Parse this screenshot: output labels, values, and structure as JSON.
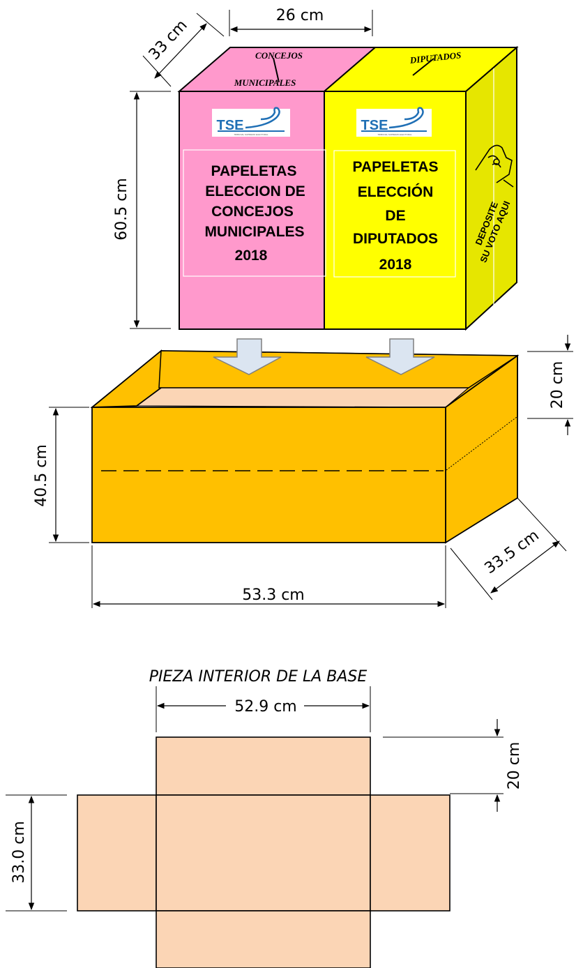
{
  "colors": {
    "pink_box": "#ff99cc",
    "yellow_box": "#ffff00",
    "yellow_side": "#e6e600",
    "base_box": "#ffc000",
    "base_inner": "#fbd5b5",
    "arrow_fill": "#dbe5f1",
    "logo_blue": "#1f6fb5"
  },
  "icons": {
    "logo": "tse-logo",
    "hand": "hand-vote-icon",
    "arrows": "down-arrow-icon"
  },
  "dimensions": {
    "box_depth": "33 cm",
    "box_width": "26 cm",
    "box_height": "60.5 cm",
    "base_height": "40.5 cm",
    "base_rim": "20 cm",
    "base_depth": "33.5 cm",
    "base_width": "53.3 cm",
    "inner_width": "52.9 cm",
    "inner_flap": "20 cm",
    "inner_depth": "33.0 cm"
  },
  "pink_box": {
    "lid_label_1": "CONCEJOS",
    "lid_label_2": "MUNICIPALES",
    "logo_text": "TSE",
    "logo_subtitle": "TRIBUNAL SUPREMO ELECTORAL",
    "panel_lines": [
      "PAPELETAS",
      "ELECCION DE",
      "CONCEJOS",
      "MUNICIPALES",
      "2018"
    ]
  },
  "yellow_box": {
    "lid_label": "DIPUTADOS",
    "logo_text": "TSE",
    "logo_subtitle": "TRIBUNAL SUPREMO ELECTORAL",
    "panel_lines": [
      "PAPELETAS",
      "ELECCIÓN",
      "DE",
      "DIPUTADOS",
      "2018"
    ],
    "side_label_1": "DEPOSITE",
    "side_label_2": "SU VOTO AQUI"
  },
  "inner_piece": {
    "title": "PIEZA INTERIOR DE LA BASE"
  }
}
